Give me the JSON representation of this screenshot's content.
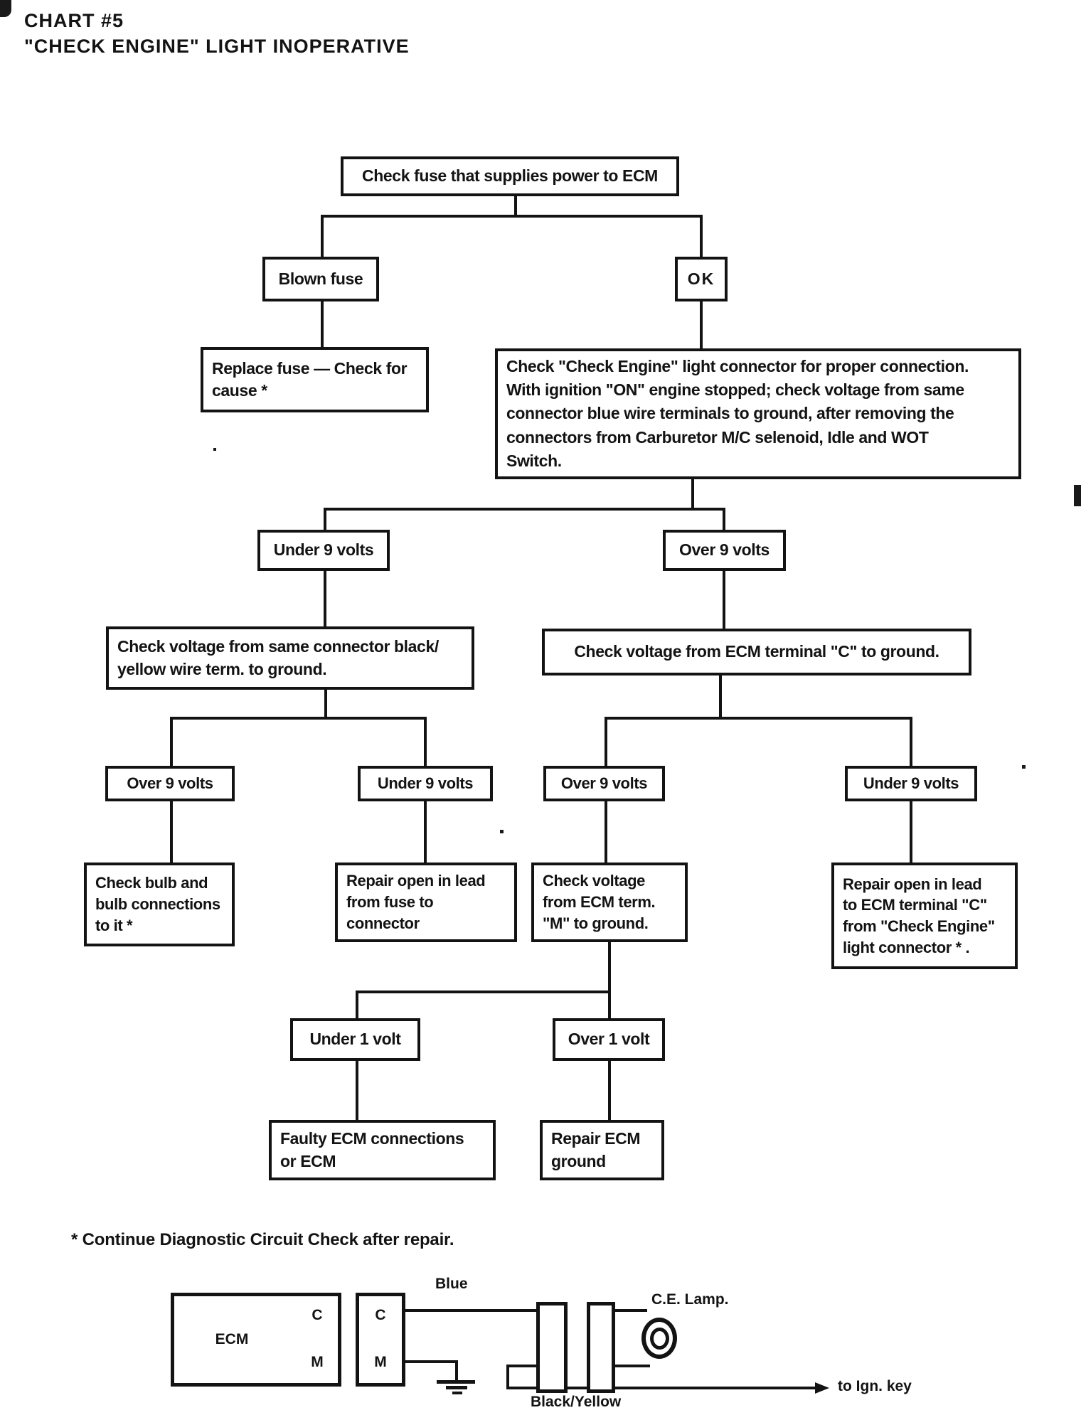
{
  "document": {
    "title_line1": "CHART #5",
    "title_line2": "\"CHECK ENGINE\" LIGHT INOPERATIVE",
    "footnote": "* Continue Diagnostic Circuit Check after repair."
  },
  "flowchart": {
    "check_fuse": "Check fuse that supplies power to ECM",
    "blown_fuse": "Blown fuse",
    "ok": "OK",
    "replace_fuse": [
      "Replace fuse — Check for",
      "cause *"
    ],
    "check_light_connector": [
      "Check \"Check Engine\" light connector for proper connection.",
      "With ignition \"ON\" engine stopped; check voltage from same",
      "connector blue wire terminals to ground, after removing the",
      "connectors from Carburetor M/C selenoid, Idle and WOT",
      "Switch."
    ],
    "under_9_volts_1": "Under 9 volts",
    "over_9_volts_1": "Over 9 volts",
    "check_voltage_black_yellow": [
      "Check voltage from same connector black/",
      "yellow wire term. to ground."
    ],
    "check_voltage_terminal_c": "Check voltage from ECM terminal \"C\" to ground.",
    "over_9_volts_2": "Over 9 volts",
    "under_9_volts_2": "Under 9 volts",
    "over_9_volts_3": "Over 9 volts",
    "under_9_volts_3": "Under 9 volts",
    "check_bulb": [
      "Check bulb and",
      "bulb connections",
      "to it *"
    ],
    "repair_open_fuse_lead": [
      "Repair open in lead",
      "from fuse to",
      "connector"
    ],
    "check_voltage_terminal_m": [
      "Check voltage",
      "from ECM term.",
      "\"M\" to ground."
    ],
    "repair_open_c_lead": [
      "Repair open in lead",
      "to ECM terminal \"C\"",
      "from \"Check Engine\"",
      "light connector * ."
    ],
    "under_1_volt": "Under 1 volt",
    "over_1_volt": "Over 1 volt",
    "faulty_ecm": [
      "Faulty ECM connections",
      "or ECM"
    ],
    "repair_ecm_ground": [
      "Repair ECM",
      "ground"
    ]
  },
  "wiring_diagram": {
    "ecm_label": "ECM",
    "ecm_terminal_c": "C",
    "ecm_terminal_m": "M",
    "connector_terminal_c": "C",
    "connector_terminal_m": "M",
    "blue_wire_label": "Blue",
    "ce_lamp_label": "C.E. Lamp.",
    "black_yellow_wire_label": "Black/Yellow",
    "ign_key_label": "to Ign. key"
  },
  "colors": {
    "ink": "#131313",
    "paper": "#ffffff"
  }
}
